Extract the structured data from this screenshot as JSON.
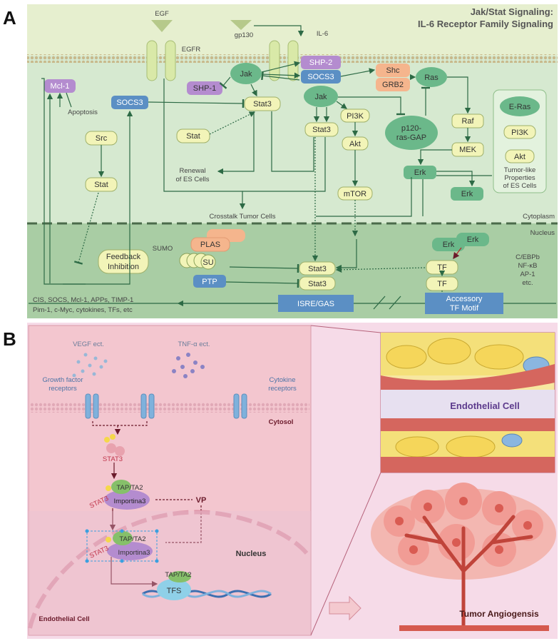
{
  "panels": {
    "a": "A",
    "b": "B"
  },
  "a": {
    "title_line1": "Jak/Stat Signaling:",
    "title_line2": "IL-6 Receptor Family Signaling",
    "egf": "EGF",
    "egfr": "EGFR",
    "gp130": "gp130",
    "il6": "IL-6",
    "shp2": "SHP-2",
    "socs3_top": "SOCS3",
    "shc": "Shc",
    "grb2": "GRB2",
    "ras": "Ras",
    "jak1": "Jak",
    "jak2": "Jak",
    "shp1": "SHP-1",
    "mcl1": "Mcl-1",
    "apoptosis": "Apoptosis",
    "socs3_left": "SOCS3",
    "stat3_a": "Stat3",
    "stat3_b": "Stat3",
    "pi3k": "PI3K",
    "akt": "Akt",
    "mtor": "mTOR",
    "p120_line1": "p120-",
    "p120_line2": "ras-GAP",
    "raf": "Raf",
    "mek": "MEK",
    "erk_mid": "Erk",
    "erk_low": "Erk",
    "src": "Src",
    "stat_a": "Stat",
    "stat_b": "Stat",
    "renewal_line1": "Renewal",
    "renewal_line2": "of ES Cells",
    "crosstalk": "Crosstalk Tumor Cells",
    "cytoplasm": "Cytoplasm",
    "nucleus": "Nucleus",
    "eras": "E-Ras",
    "pi3k_box": "PI3K",
    "akt_box": "Akt",
    "tumor_like_1": "Tumor-like",
    "tumor_like_2": "Properties",
    "tumor_like_3": "of ES Cells",
    "sumo": "SUMO",
    "plas": "PLAS",
    "su": "SU",
    "ptp": "PTP",
    "feedback_1": "Feedback",
    "feedback_2": "Inhibition",
    "stat3_n1": "Stat3",
    "stat3_n2": "Stat3",
    "erk_n1": "Erk",
    "erk_n2": "Erk",
    "tf1": "TF",
    "tf2": "TF",
    "cebp_1": "C/EBPb",
    "cebp_2": "NF-κB",
    "cebp_3": "AP-1",
    "cebp_4": "etc.",
    "isre": "ISRE/GAS",
    "acc_1": "Accessory",
    "acc_2": "TF Motif",
    "targets_1": "CIS, SOCS, Mcl-1, APPs, TIMP-1",
    "targets_2": "Pim-1, c-Myc, cytokines, TFs, etc"
  },
  "b": {
    "vegf": "VEGF ect.",
    "tnf": "TNF-α ect.",
    "gf_1": "Growth factor",
    "gf_2": "receptors",
    "ck_1": "Cytokine",
    "ck_2": "receptors",
    "cytosol": "Cytosol",
    "stat3_1": "STAT3",
    "tap1": "TAP/TA2",
    "stat3_2": "STAT3",
    "imp1": "Importina3",
    "vp": "VP",
    "tap2": "TAP/TA2",
    "stat3_3": "STAT3",
    "imp2": "Importina3",
    "nucleus": "Nucleus",
    "tap3": "TAP/TA2",
    "tfs": "TFS",
    "endo_left": "Endothelial Cell",
    "endo_right": "Endothelial Cell",
    "tumor": "Tumor Angiogensis"
  },
  "colors": {
    "panel_a_bg": "#d6e9d0",
    "panel_a_top": "#e6efcf",
    "nucleus_bg": "#a9cda4",
    "green_node": "#6bb88a",
    "yellow_node": "#f2f4b8",
    "blue_node": "#5b8fc4",
    "purple_node": "#b48ccf",
    "orange_node": "#f5b58d",
    "panel_b_bg": "#f6dbe8",
    "panel_b_left": "#f3c6cf",
    "stat3_red": "#c0344a"
  }
}
